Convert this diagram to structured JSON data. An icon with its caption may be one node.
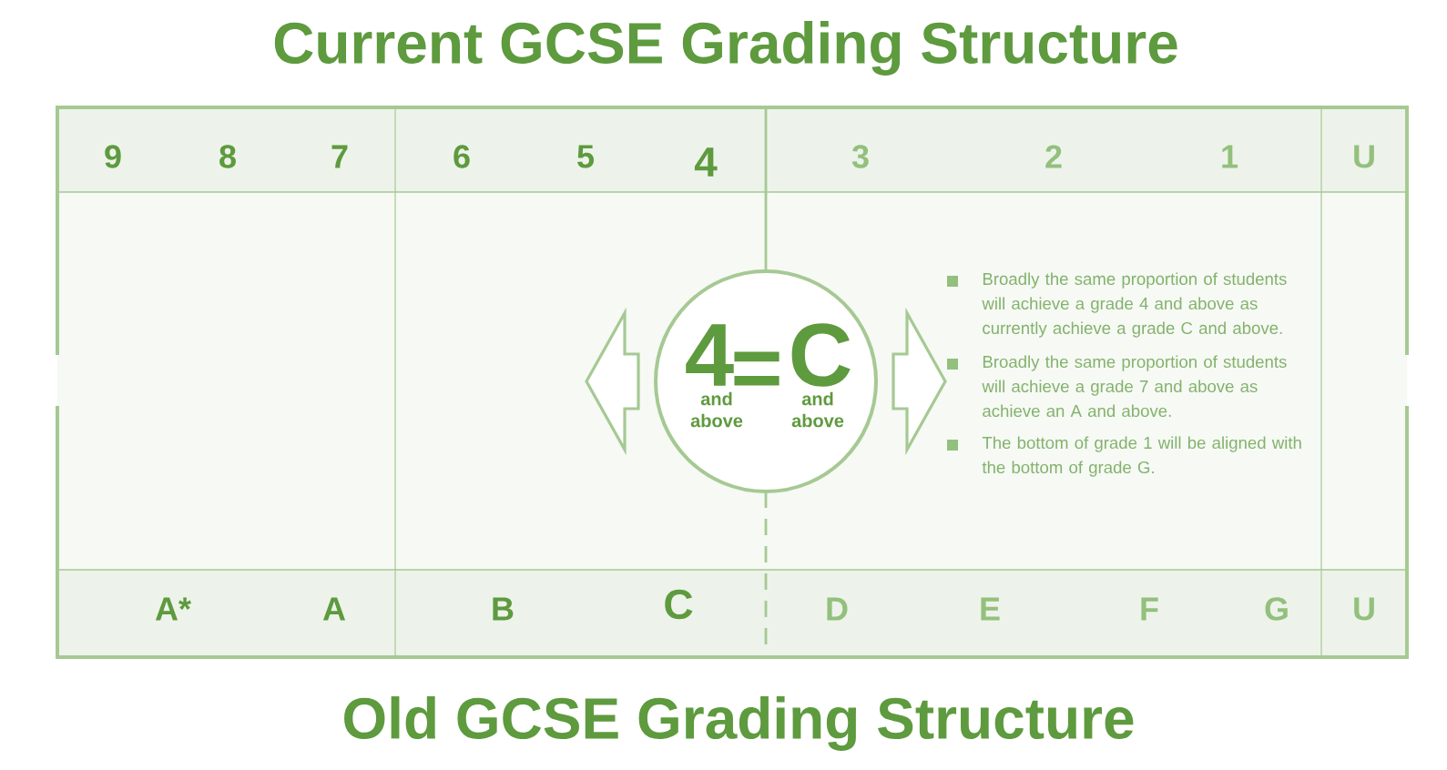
{
  "diagram": {
    "title": "Current GCSE Grading Structure",
    "caption": "Old GCSE Grading Structure",
    "nodes": [
      {
        "text": [
          "4",
          "and above",
          "=",
          "C",
          "and above"
        ]
      }
    ],
    "labels": [
      "9",
      "8",
      "7",
      "6",
      "5",
      "4",
      "3",
      "2",
      "1",
      "U",
      "A*",
      "A",
      "B",
      "C",
      "D",
      "E",
      "F",
      "G",
      "U",
      "Broadly the same proportion of students will achieve a grade 4 and above as currently achieve a grade C and above.",
      "Broadly the same proportion of students will achieve a grade 7 and above as achieve an A and above.",
      "The bottom of grade 1 will be aligned with the bottom of grade G."
    ]
  }
}
